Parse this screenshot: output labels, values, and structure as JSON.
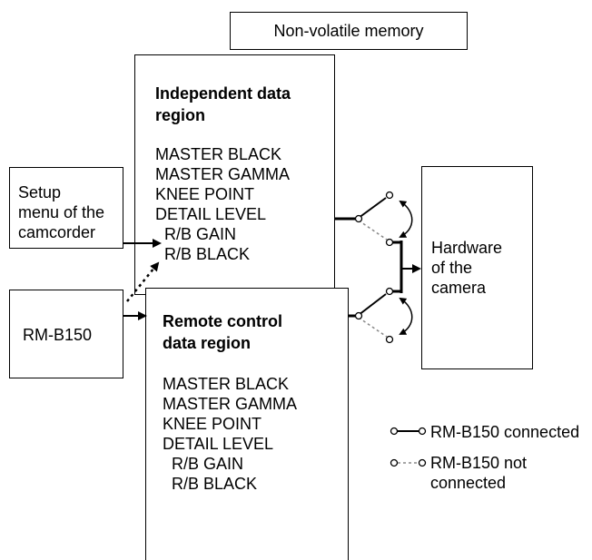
{
  "memory": {
    "title": "Non-volatile memory"
  },
  "independent": {
    "title_line1": "Independent data",
    "title_line2": "region",
    "items": [
      "MASTER BLACK",
      "MASTER GAMMA",
      "KNEE POINT",
      "DETAIL LEVEL"
    ],
    "subitems": [
      "R/B GAIN",
      "R/B BLACK"
    ]
  },
  "remote": {
    "title_line1": "Remote control",
    "title_line2": "data region",
    "items": [
      "MASTER BLACK",
      "MASTER GAMMA",
      "KNEE POINT",
      "DETAIL LEVEL"
    ],
    "subitems": [
      "R/B GAIN",
      "R/B BLACK"
    ]
  },
  "setup": {
    "lines": [
      "Setup",
      "menu of the",
      "camcorder"
    ]
  },
  "rmb150": {
    "label": "RM-B150"
  },
  "hardware": {
    "lines": [
      "Hardware",
      "of the",
      "camera"
    ]
  },
  "legend": {
    "connected": "RM-B150 connected",
    "not_connected_line1": "RM-B150 not",
    "not_connected_line2": "connected"
  }
}
